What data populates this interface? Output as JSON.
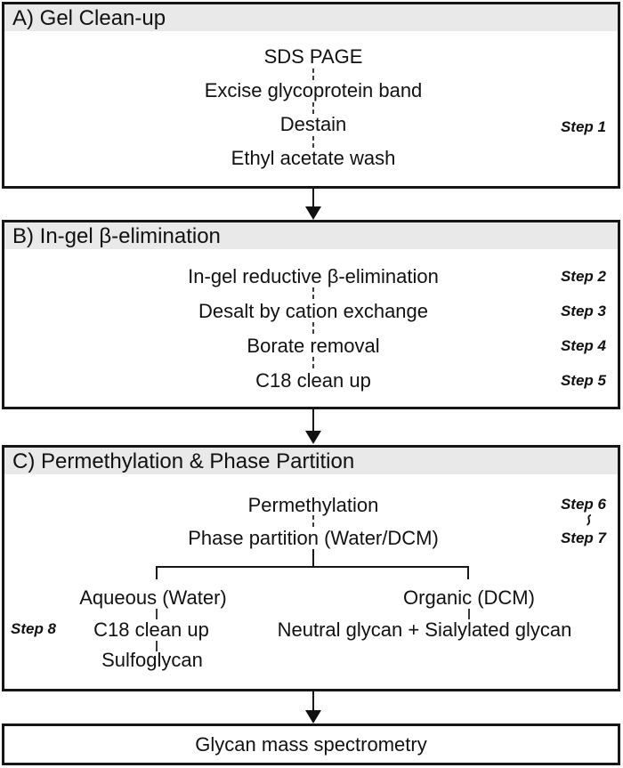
{
  "colors": {
    "header_bg": "#e9e9e9",
    "border": "#161616",
    "text": "#111111"
  },
  "icons": {
    "squiggle_connector": "≀",
    "arrow_down": "▼"
  },
  "panel_a": {
    "title": "A) Gel Clean-up",
    "rows": [
      {
        "text": "SDS PAGE"
      },
      {
        "text": "Excise glycoprotein band"
      },
      {
        "text": "Destain"
      },
      {
        "text": "Ethyl acetate wash"
      }
    ],
    "step": "Step 1"
  },
  "panel_b": {
    "title": "B) In-gel β-elimination",
    "rows": [
      {
        "text": "In-gel reductive β-elimination",
        "step": "Step 2"
      },
      {
        "text": "Desalt by cation exchange",
        "step": "Step 3"
      },
      {
        "text": "Borate removal",
        "step": "Step 4"
      },
      {
        "text": "C18 clean up",
        "step": "Step 5"
      }
    ]
  },
  "panel_c": {
    "title": "C) Permethylation & Phase Partition",
    "rows": [
      {
        "text": "Permethylation",
        "step": "Step 6"
      },
      {
        "text": "Phase partition (Water/DCM)",
        "step": "Step 7"
      }
    ],
    "branches": {
      "left": {
        "label": "Aqueous (Water)",
        "step": "Step 8",
        "rows": [
          {
            "text": "C18 clean up"
          },
          {
            "text": "Sulfoglycan"
          }
        ]
      },
      "right": {
        "label": "Organic (DCM)",
        "rows": [
          {
            "text": "Neutral glycan + Sialylated glycan"
          }
        ]
      }
    }
  },
  "final": {
    "label": "Glycan mass spectrometry"
  }
}
